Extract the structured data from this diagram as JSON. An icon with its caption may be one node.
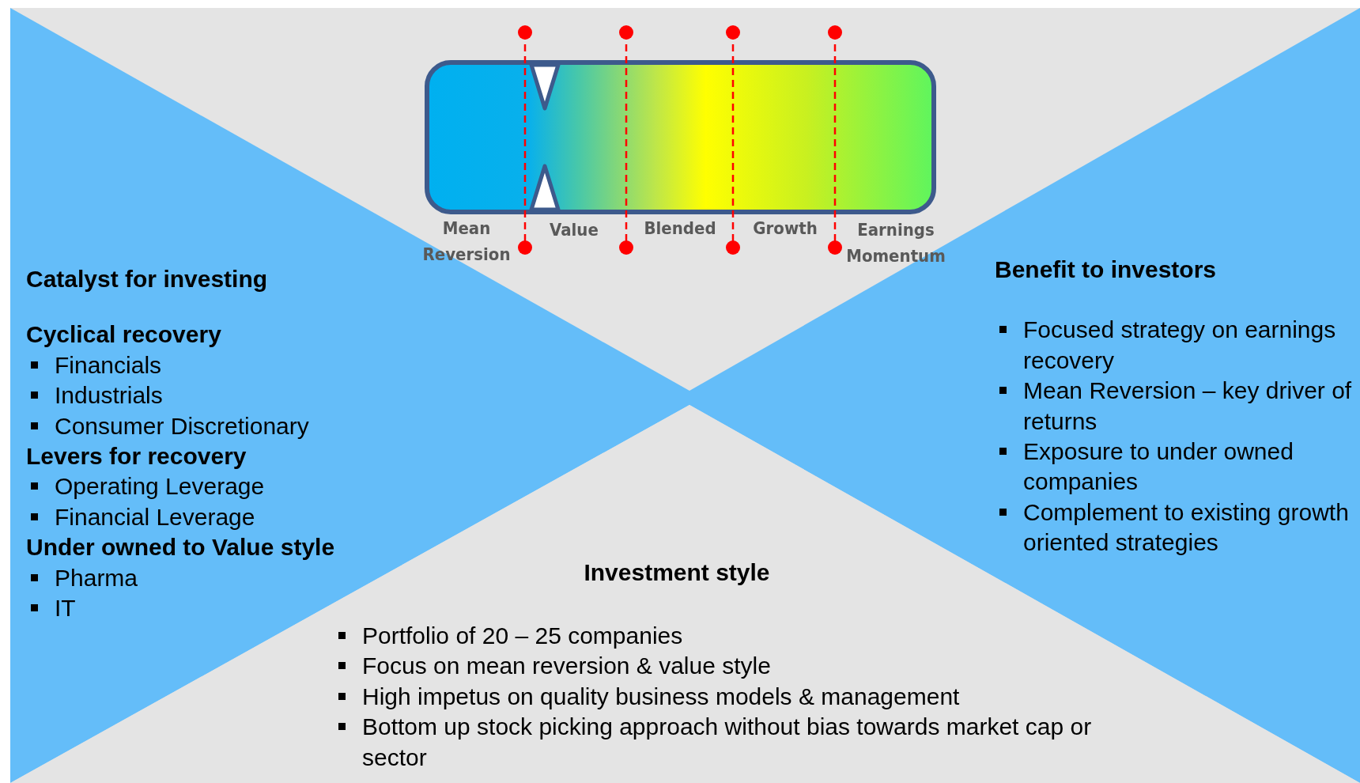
{
  "diagram": {
    "nodes": [
      {
        "text": [
          "Catalyst for investing",
          "Cyclical recovery",
          "Financials",
          "Industrials",
          "Consumer Discretionary",
          "Levers for recovery",
          "Operating Leverage",
          "Financial Leverage",
          "Under owned to Value style",
          "Pharma",
          "IT"
        ]
      },
      {
        "text": [
          "Benefit to investors",
          "Focused strategy on earnings recovery",
          "Mean Reversion – key driver of returns",
          "Exposure to under owned companies",
          "Complement to existing growth oriented strategies"
        ]
      },
      {
        "text": [
          "Investment style",
          "Portfolio of 20 – 25 companies",
          "Focus on mean reversion & value style",
          "High impetus on quality business models & management",
          "Bottom up stock picking approach without bias towards market cap or sector"
        ]
      }
    ],
    "labels": [
      "Mean Reversion",
      "Value",
      "Blended",
      "Growth",
      "Earnings Momentum"
    ]
  }
}
